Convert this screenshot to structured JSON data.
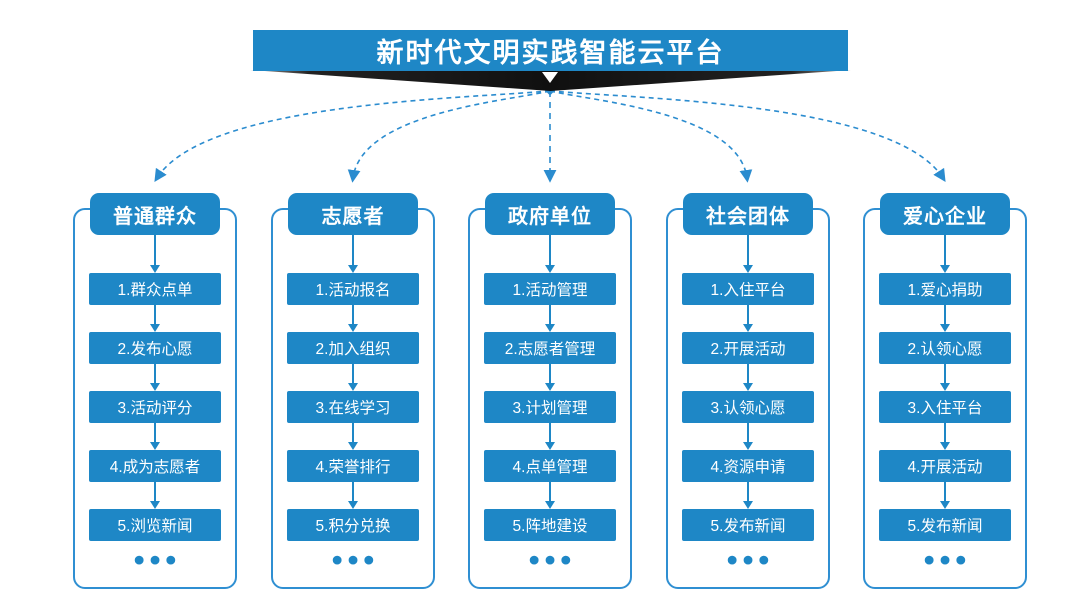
{
  "title": {
    "text": "新时代文明实践智能云平台"
  },
  "colors": {
    "primary_blue": "#1e87c6",
    "frame_border_blue": "#2f8fd2",
    "connector_blue": "#2b8ccf",
    "ribbon_dark": "#1c1c1c",
    "text_white": "#ffffff"
  },
  "columns": [
    {
      "header": "普通群众",
      "steps": [
        "1.群众点单",
        "2.发布心愿",
        "3.活动评分",
        "4.成为志愿者",
        "5.浏览新闻"
      ],
      "ellipsis": "•••"
    },
    {
      "header": "志愿者",
      "steps": [
        "1.活动报名",
        "2.加入组织",
        "3.在线学习",
        "4.荣誉排行",
        "5.积分兑换"
      ],
      "ellipsis": "•••"
    },
    {
      "header": "政府单位",
      "steps": [
        "1.活动管理",
        "2.志愿者管理",
        "3.计划管理",
        "4.点单管理",
        "5.阵地建设"
      ],
      "ellipsis": "•••"
    },
    {
      "header": "社会团体",
      "steps": [
        "1.入住平台",
        "2.开展活动",
        "3.认领心愿",
        "4.资源申请",
        "5.发布新闻"
      ],
      "ellipsis": "•••"
    },
    {
      "header": "爱心企业",
      "steps": [
        "1.爱心捐助",
        "2.认领心愿",
        "3.入住平台",
        "4.开展活动",
        "5.发布新闻"
      ],
      "ellipsis": "•••"
    }
  ]
}
